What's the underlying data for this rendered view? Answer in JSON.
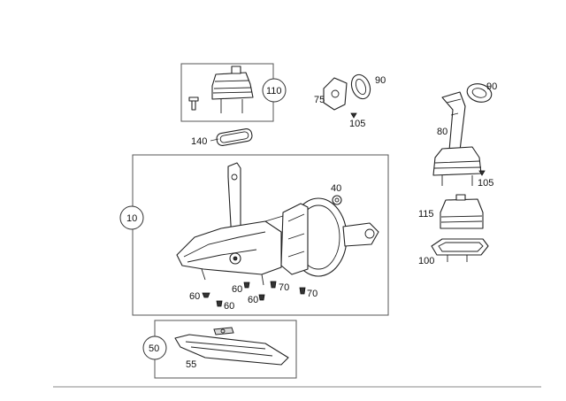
{
  "labels": {
    "l10": "10",
    "l40": "40",
    "l50": "50",
    "l55": "55",
    "l60a": "60",
    "l60b": "60",
    "l60c": "60",
    "l60d": "60",
    "l70a": "70",
    "l70b": "70",
    "l75": "75",
    "l80": "80",
    "l90a": "90",
    "l90b": "90",
    "l100": "100",
    "l105a": "105",
    "l105b": "105",
    "l110": "110",
    "l115": "115",
    "l140": "140"
  }
}
